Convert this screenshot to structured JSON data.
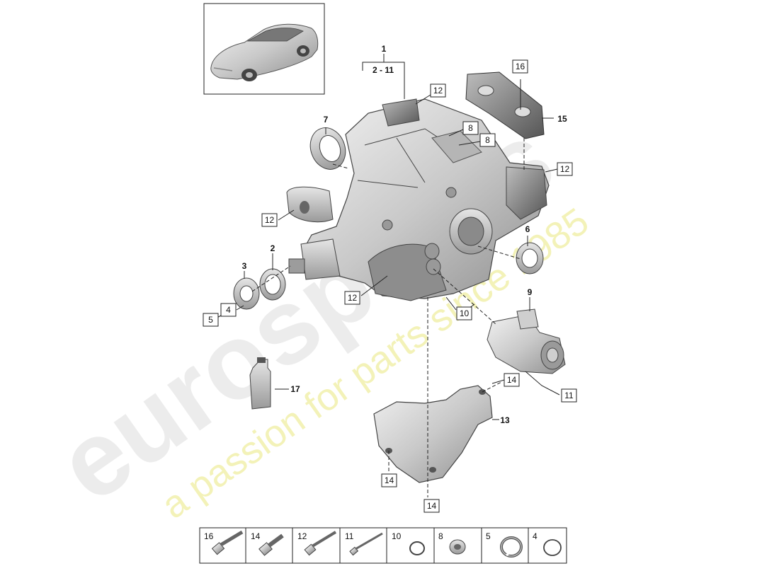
{
  "watermark": {
    "brand": "eurospares",
    "tagline": "a passion for parts since 1985",
    "brand_color": "#d9d9d9",
    "tagline_color": "#f1f0a6"
  },
  "thumbnail": {
    "icon": "car-thumbnail-icon"
  },
  "main_callout": {
    "number": "1",
    "range": "2 - 11"
  },
  "bold_labels": {
    "l2": "2",
    "l3": "3",
    "l6": "6",
    "l7": "7",
    "l9": "9",
    "l13": "13",
    "l15": "15",
    "l17": "17"
  },
  "boxed_labels": {
    "b12_top": "12",
    "b8_a": "8",
    "b8_b": "8",
    "b12_right": "12",
    "b16": "16",
    "b12_left": "12",
    "b4": "4",
    "b5": "5",
    "b12_bottom": "12",
    "b10": "10",
    "b11": "11",
    "b14_right": "14",
    "b14_left": "14",
    "b14_bottom": "14"
  },
  "legend": [
    {
      "number": "16",
      "icon": "long-bolt-icon"
    },
    {
      "number": "14",
      "icon": "short-bolt-icon"
    },
    {
      "number": "12",
      "icon": "long-bolt-icon"
    },
    {
      "number": "11",
      "icon": "thin-bolt-icon"
    },
    {
      "number": "10",
      "icon": "seal-ring-icon"
    },
    {
      "number": "8",
      "icon": "plug-icon"
    },
    {
      "number": "5",
      "icon": "circlip-icon"
    },
    {
      "number": "4",
      "icon": "o-ring-icon"
    }
  ]
}
